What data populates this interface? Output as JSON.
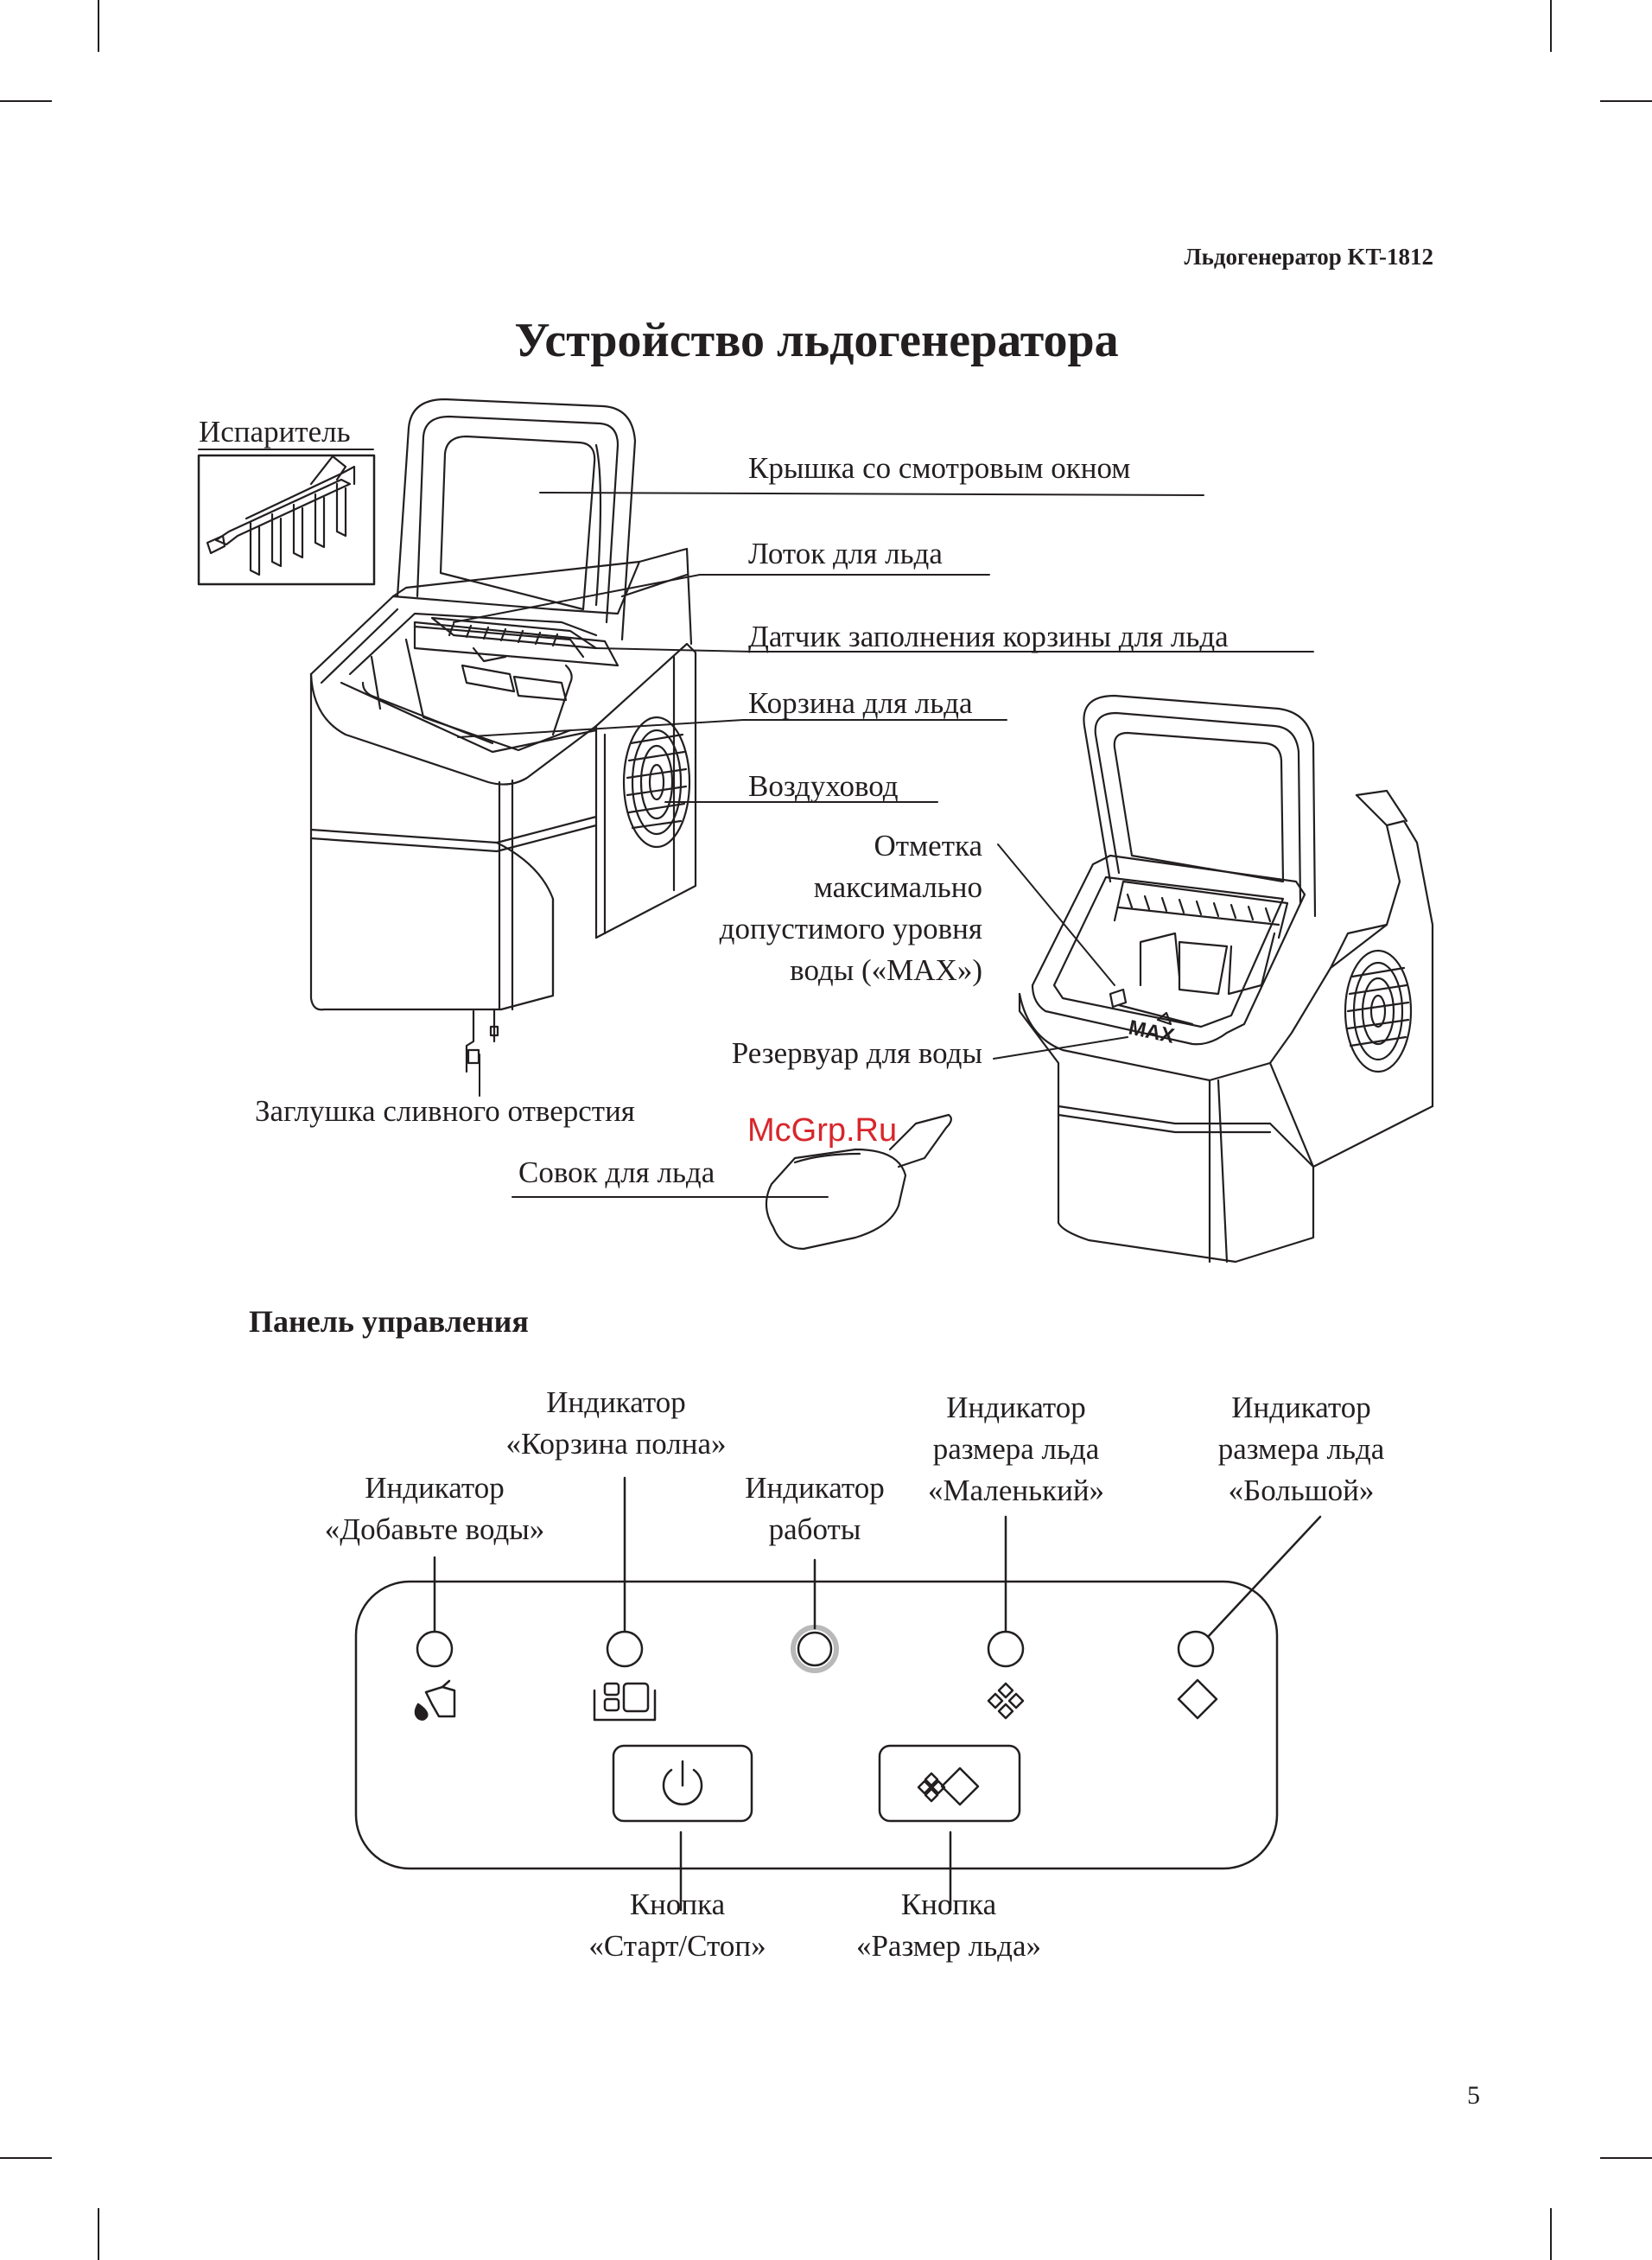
{
  "header": {
    "product": "Льдогенератор KT-1812"
  },
  "title": "Устройство льдогенератора",
  "labels": {
    "evaporator": "Испаритель",
    "lid": "Крышка со смотровым окном",
    "ice_tray": "Лоток для льда",
    "basket_sensor": "Датчик заполнения корзины для льда",
    "ice_basket": "Корзина для льда",
    "air_duct": "Воздуховод",
    "max_mark": [
      "Отметка",
      "максимально",
      "допустимого уровня",
      "воды («MAX»)"
    ],
    "reservoir": "Резервуар для воды",
    "drain_plug": "Заглушка сливного отверстия",
    "scoop": "Совок для льда",
    "max_print": "MAX"
  },
  "watermark": "McGrp.Ru",
  "panel": {
    "heading": "Панель управления",
    "indicators": {
      "add_water": [
        "Индикатор",
        "«Добавьте воды»"
      ],
      "basket_full": [
        "Индикатор",
        "«Корзина полна»"
      ],
      "operation": [
        "Индикатор",
        "работы"
      ],
      "small_ice": [
        "Индикатор",
        "размера льда",
        "«Маленький»"
      ],
      "large_ice": [
        "Индикатор",
        "размера льда",
        "«Большой»"
      ]
    },
    "buttons": {
      "start_stop": [
        "Кнопка",
        "«Старт/Стоп»"
      ],
      "ice_size": [
        "Кнопка",
        "«Размер льда»"
      ]
    }
  },
  "page_number": "5"
}
